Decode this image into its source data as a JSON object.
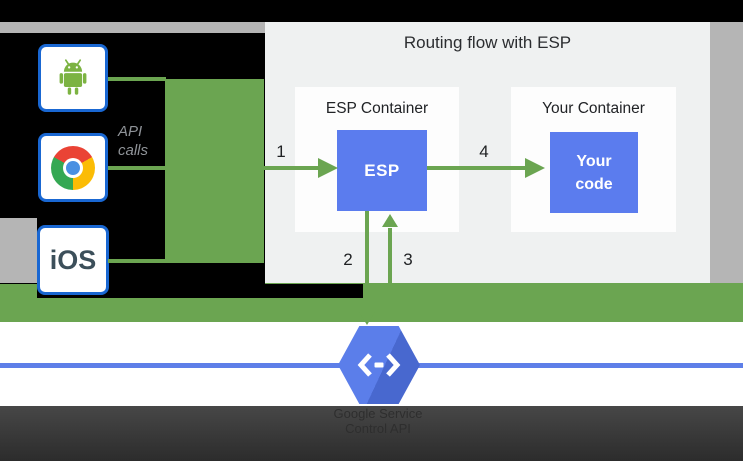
{
  "diagram": {
    "title": "Routing flow with ESP",
    "clients": [
      {
        "id": "android",
        "icon": "android-icon"
      },
      {
        "id": "chrome",
        "icon": "chrome-icon"
      },
      {
        "id": "ios",
        "label": "iOS"
      }
    ],
    "api_calls": {
      "line1": "API",
      "line2": "calls"
    },
    "steps": {
      "s1": "1",
      "s2": "2",
      "s3": "3",
      "s4": "4"
    },
    "esp_container": {
      "title": "ESP Container",
      "box_label": "ESP"
    },
    "your_container": {
      "title": "Your Container",
      "box_line1": "Your",
      "box_line2": "code"
    },
    "service_control": {
      "icon": "cloud-endpoints-hexagon-icon",
      "line1": "Google Service",
      "line2": "Control API"
    },
    "colors": {
      "green": "#6ba551",
      "box_blue": "#5b7cee",
      "hexagon_blue": "#5378e8",
      "client_border_blue": "#1967d2",
      "panel_gray": "#eff1f1",
      "band_gray": "#b5b5b5",
      "footer_dark": "#3a3a3a",
      "blue_line": "#5e7fe8"
    }
  }
}
